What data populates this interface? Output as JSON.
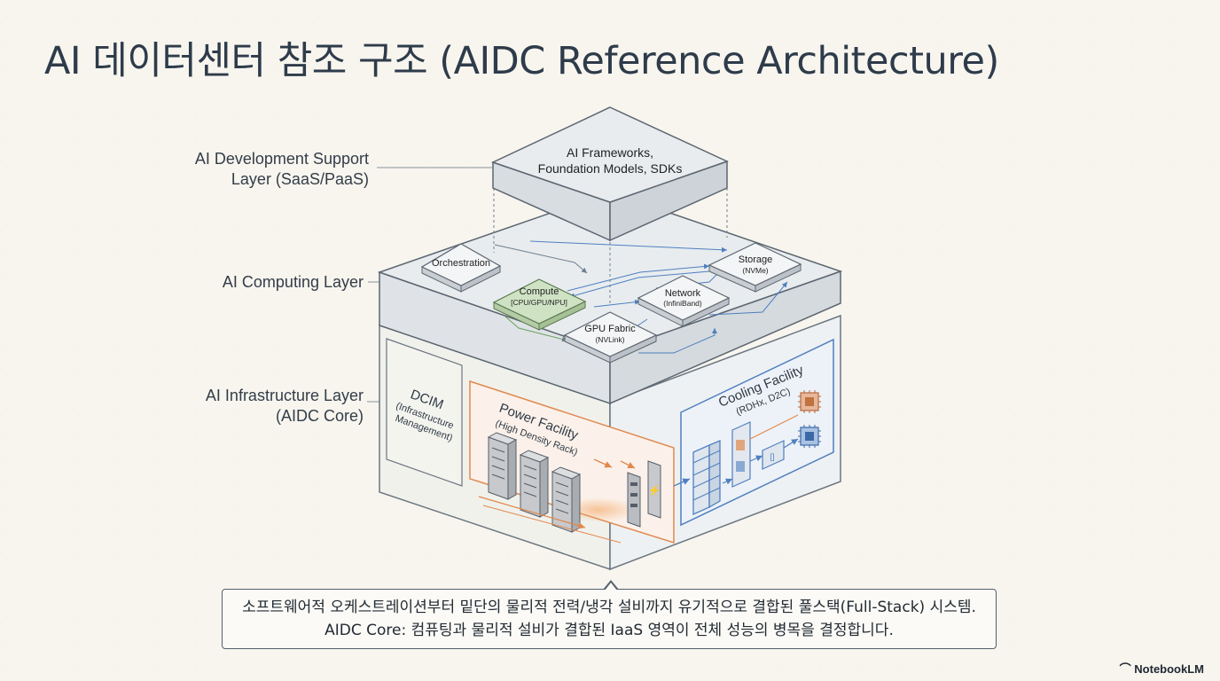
{
  "title": "AI 데이터센터 참조 구조 (AIDC Reference Architecture)",
  "layers": {
    "dev": {
      "line1": "AI Development Support",
      "line2": "Layer (SaaS/PaaS)"
    },
    "computing": {
      "line1": "AI Computing Layer"
    },
    "infra": {
      "line1": "AI Infrastructure Layer",
      "line2": "(AIDC Core)"
    }
  },
  "top_block": {
    "line1": "AI Frameworks,",
    "line2": "Foundation Models, SDKs"
  },
  "computing_nodes": {
    "orchestration": {
      "label": "Orchestration"
    },
    "compute": {
      "label": "Compute",
      "sub": "[CPU/GPU/NPU]"
    },
    "storage": {
      "label": "Storage",
      "sub": "(NVMe)"
    },
    "network": {
      "label": "Network",
      "sub": "(InfiniBand)"
    },
    "gpu_fabric": {
      "label": "GPU Fabric",
      "sub": "(NVLink)"
    }
  },
  "infra_sections": {
    "dcim": {
      "line1": "DCIM",
      "line2": "(Infrastructure",
      "line3": "Management)"
    },
    "power": {
      "line1": "Power Facility",
      "line2": "(High Density Rack)"
    },
    "cooling": {
      "line1": "Cooling Facility",
      "line2": "(RDHx, D2C)"
    }
  },
  "callout": {
    "line1": "소프트웨어적 오케스트레이션부터 밑단의 물리적 전력/냉각 설비까지 유기적으로 결합된 풀스택(Full-Stack) 시스템.",
    "line2": "AIDC Core: 컴퓨팅과 물리적 설비가 결합된 IaaS 영역이 전체 성능의 병목을 결정합니다."
  },
  "brand": "NotebookLM",
  "colors": {
    "background": "#f7f5ee",
    "compute_green": "#cfe3c4",
    "power_orange": "#e0894f",
    "cooling_blue": "#4f7fc0",
    "slab": "#e8ecef"
  }
}
